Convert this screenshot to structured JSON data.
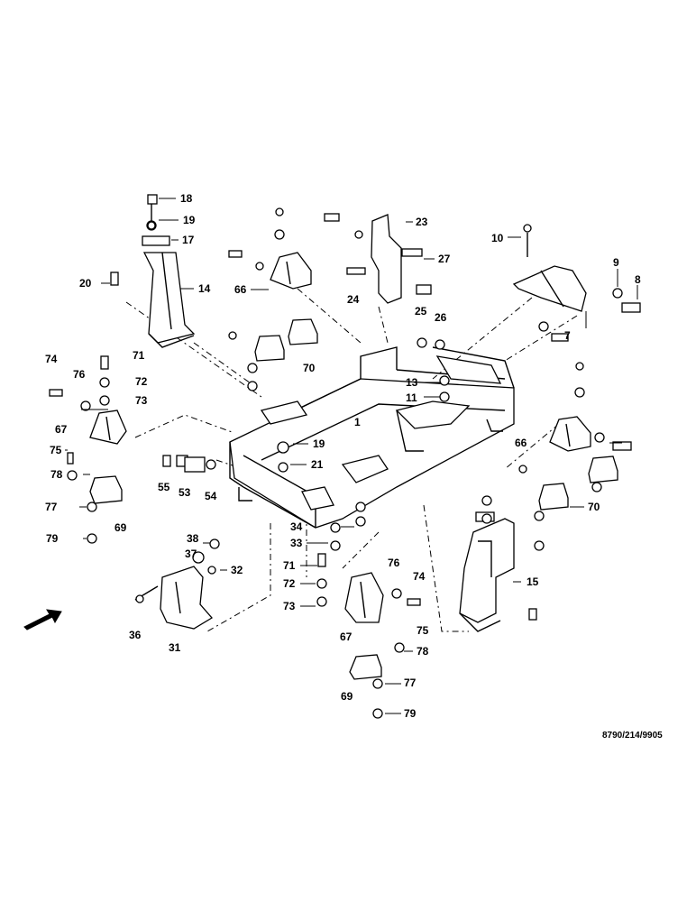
{
  "document_ref": "8790/214/9905",
  "labels": {
    "l1": "1",
    "l7": "7",
    "l8": "8",
    "l9": "9",
    "l10": "10",
    "l11": "11",
    "l13": "13",
    "l14": "14",
    "l15": "15",
    "l17": "17",
    "l18": "18",
    "l19a": "19",
    "l19b": "19",
    "l20": "20",
    "l21": "21",
    "l23": "23",
    "l24": "24",
    "l25": "25",
    "l26": "26",
    "l27": "27",
    "l31": "31",
    "l32": "32",
    "l33": "33",
    "l34": "34",
    "l36": "36",
    "l37": "37",
    "l38": "38",
    "l53": "53",
    "l54": "54",
    "l55": "55",
    "l66a": "66",
    "l66b": "66",
    "l67a": "67",
    "l67b": "67",
    "l69a": "69",
    "l69b": "69",
    "l70a": "70",
    "l70b": "70",
    "l71a": "71",
    "l71b": "71",
    "l72a": "72",
    "l72b": "72",
    "l73a": "73",
    "l73b": "73",
    "l74a": "74",
    "l74b": "74",
    "l75a": "75",
    "l75b": "75",
    "l76a": "76",
    "l76b": "76",
    "l77a": "77",
    "l77b": "77",
    "l78a": "78",
    "l78b": "78",
    "l79a": "79",
    "l79b": "79"
  },
  "icons": {
    "direction_arrow": "front-direction-arrow-icon"
  }
}
